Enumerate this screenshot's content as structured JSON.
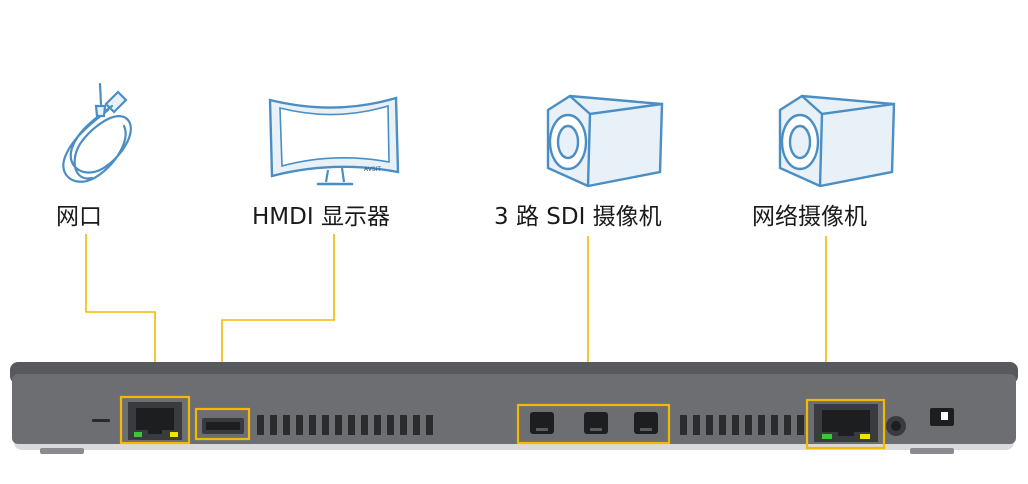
{
  "labels": {
    "network_port": "网口",
    "hdmi_monitor": "HMDI 显示器",
    "sdi_cameras": "3 路 SDI 摄像机",
    "network_camera": "网络摄像机"
  },
  "monitor_brand": "AVSIT",
  "colors": {
    "highlight": "#f5b800",
    "device_body": "#6d6e72",
    "device_top": "#5a5b5f",
    "icon_stroke": "#4a8ec4",
    "icon_fill": "#e9f1f8"
  },
  "icons": [
    "cable-icon",
    "monitor-icon",
    "sdi-camera-icon",
    "network-camera-icon"
  ]
}
